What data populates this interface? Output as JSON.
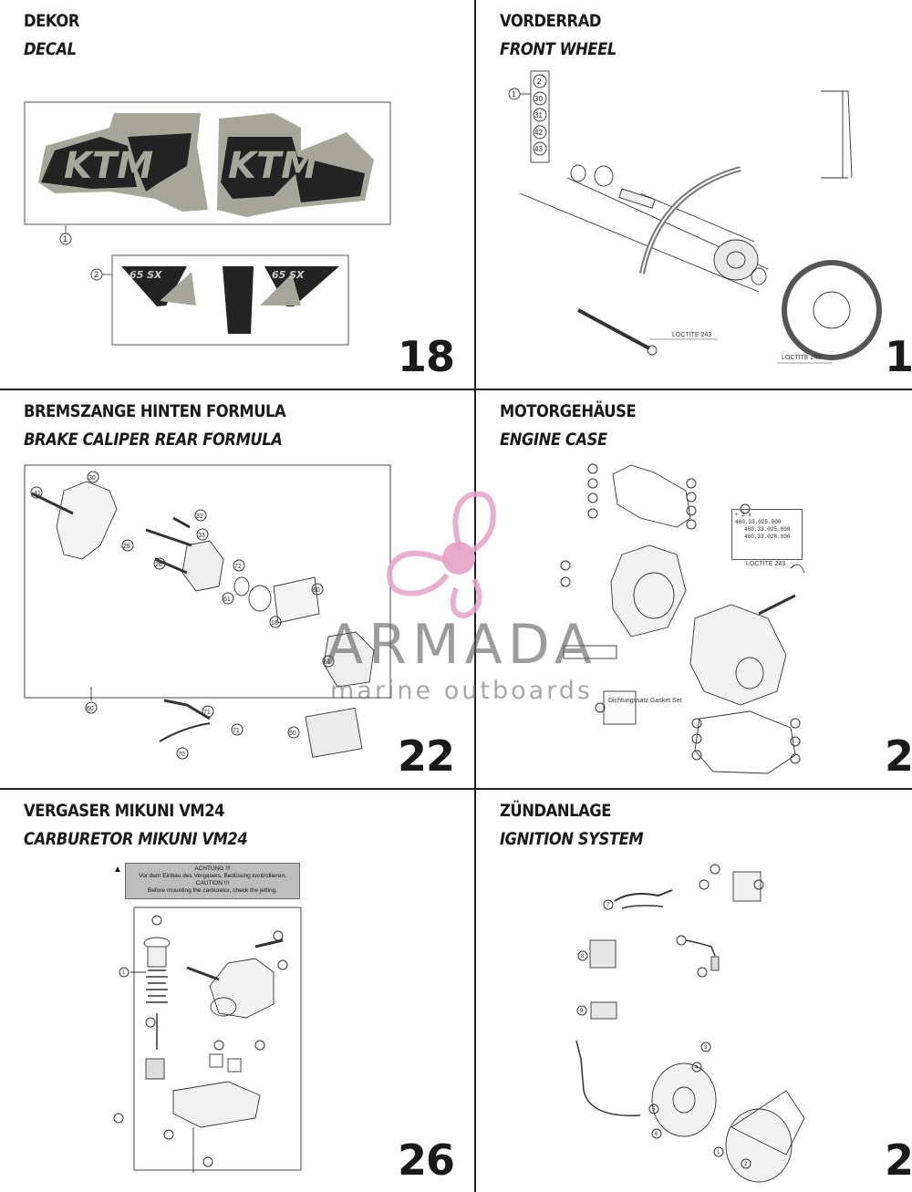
{
  "panels": [
    {
      "title_de": "DEKOR",
      "title_en": "DECAL",
      "page": "18"
    },
    {
      "title_de": "VORDERRAD",
      "title_en": "FRONT WHEEL",
      "page": "1"
    },
    {
      "title_de": "BREMSZANGE HINTEN FORMULA",
      "title_en": "BRAKE CALIPER REAR FORMULA",
      "page": "22"
    },
    {
      "title_de": "MOTORGEHÄUSE",
      "title_en": "ENGINE CASE",
      "page": "2"
    },
    {
      "title_de": "VERGASER MIKUNI VM24",
      "title_en": "CARBURETOR MIKUNI VM24",
      "page": "26"
    },
    {
      "title_de": "ZÜNDANLAGE",
      "title_en": "IGNITION SYSTEM",
      "page": "2"
    }
  ],
  "watermark": {
    "name": "ARMADA",
    "tagline": "marine outboards",
    "accent": "#e6a2c6"
  },
  "front_wheel": {
    "loctite_1": "LOCTITE 243",
    "loctite_2": "LOCTITE 243"
  },
  "engine_case": {
    "loctite": "LOCTITE 243",
    "spec_lines": [
      "+ 2 x 460.33.025.000",
      "460.33.025.000",
      "460.33.028.000"
    ],
    "gasket_label": "Dichtungssatz Gasket Set"
  },
  "carburetor": {
    "note_lines": [
      "ACHTUNG !!!",
      "Vor dem Einbau des Vergasers, Bedüsung kontrollieren.",
      "CAUTION !!!",
      "Before mounting the carburetor, check the jetting."
    ]
  },
  "decal_logo_text": [
    "KTM",
    "KTM",
    "65 SX",
    "65 SX"
  ]
}
